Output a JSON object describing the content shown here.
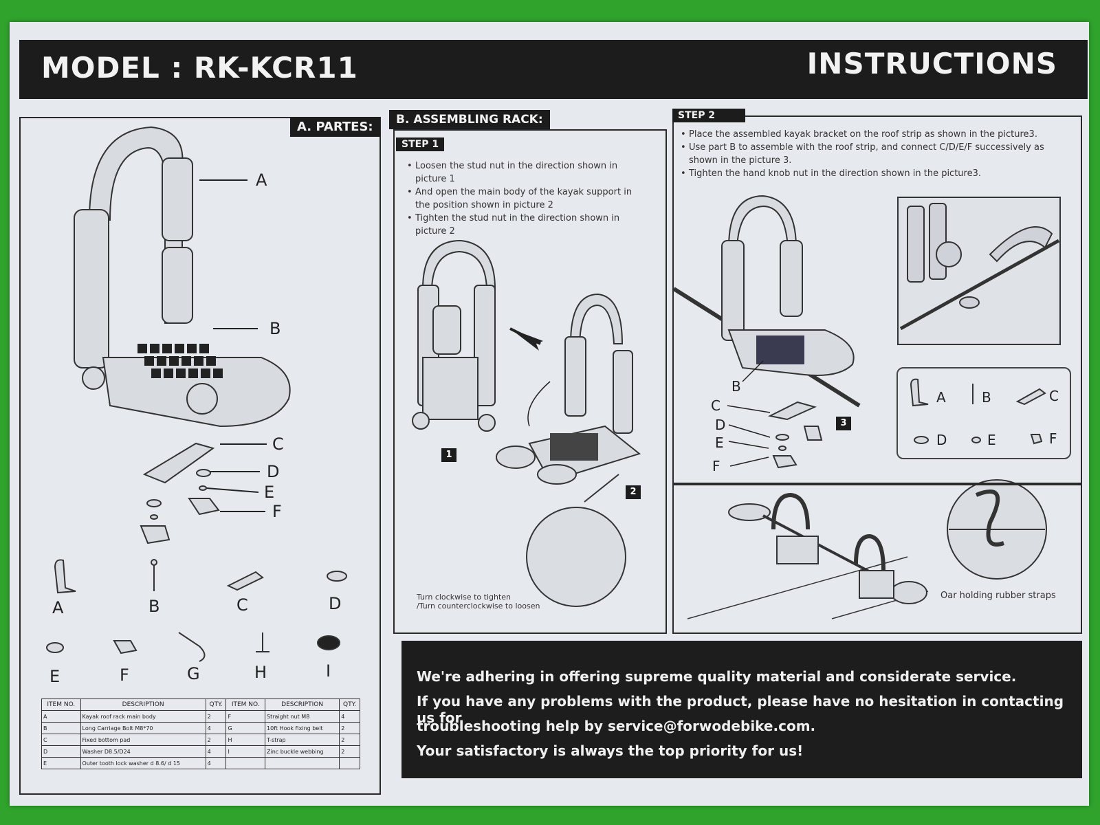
{
  "header": {
    "model": "MODEL : RK-KCR11",
    "title": "INSTRUCTIONS"
  },
  "parts_panel": {
    "tab": "A. PARTES:",
    "callouts": [
      "A",
      "B",
      "C",
      "D",
      "E",
      "F"
    ],
    "icons": [
      {
        "label": "A",
        "icon": "bracket-icon"
      },
      {
        "label": "B",
        "icon": "bolt-icon"
      },
      {
        "label": "C",
        "icon": "bottom-piece-icon"
      },
      {
        "label": "D",
        "icon": "washer-icon"
      },
      {
        "label": "E",
        "icon": "tooth-washer-icon"
      },
      {
        "label": "F",
        "icon": "nut-icon"
      },
      {
        "label": "G",
        "icon": "hook-bolt-icon"
      },
      {
        "label": "H",
        "icon": "t-strap-icon"
      },
      {
        "label": "I",
        "icon": "buckle-icon"
      }
    ],
    "table": {
      "headers": [
        "ITEM NO.",
        "DESCRIPTION",
        "QTY.",
        "ITEM NO.",
        "DESCRIPTION",
        "QTY."
      ],
      "rows": [
        [
          "A",
          "Kayak roof rack main body",
          "2",
          "F",
          "Straight nut M8",
          "4"
        ],
        [
          "B",
          "Long Carriage Bolt M8*70",
          "4",
          "G",
          "10ft Hook fixing belt",
          "2"
        ],
        [
          "C",
          "Fixed bottom pad",
          "2",
          "H",
          "T-strap",
          "2"
        ],
        [
          "D",
          "Washer D8.5/D24",
          "4",
          "I",
          "Zinc buckle webbing",
          "2"
        ],
        [
          "E",
          "Outer tooth lock washer d 8.6/ d 15",
          "4",
          "",
          "",
          ""
        ]
      ]
    }
  },
  "assembling": {
    "tab": "B. ASSEMBLING RACK:",
    "step1": {
      "label": "STEP 1",
      "bullets": [
        "Loosen the stud nut in the direction shown in picture 1",
        "And open the main body of the kayak support in the position shown in picture 2",
        "Tighten the stud nut in the direction shown in picture 2"
      ],
      "pic1": "1",
      "pic2": "2",
      "caption_line1": "Turn clockwise to tighten",
      "caption_line2": "/Turn counterclockwise to loosen"
    },
    "step2": {
      "label": "STEP 2",
      "bullets": [
        "Place the assembled kayak bracket on the roof strip as shown in the picture3.",
        "Use part B to assemble with the roof strip, and connect C/D/E/F successively as shown in the picture 3.",
        "Tighten the hand knob nut in the direction shown in the picture3."
      ],
      "pic3": "3",
      "callouts": [
        "B",
        "C",
        "D",
        "E",
        "F"
      ],
      "legend": [
        "A",
        "B",
        "C",
        "D",
        "E",
        "F"
      ],
      "oar_caption": "Oar holding rubber straps"
    }
  },
  "footer": {
    "line1": "We're adhering in offering supreme quality material and considerate service.",
    "line2": "If you have any problems with the product, please have no hesitation in contacting us for",
    "line3": "troubleshooting help by service@forwodebike.com.",
    "line4": "Your satisfactory is always the top priority for us!"
  },
  "colors": {
    "background": "#2fa32c",
    "paper": "#e6e9ee",
    "ink": "#1c1c1d"
  }
}
